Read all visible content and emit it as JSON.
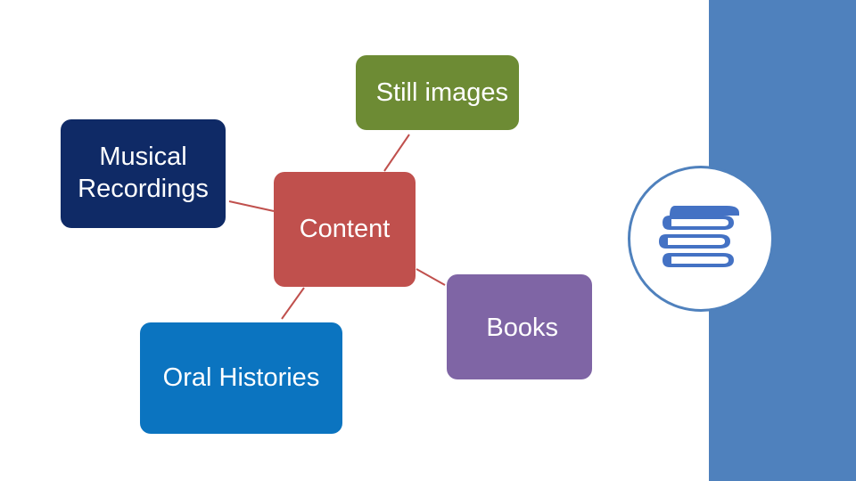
{
  "diagram": {
    "center": {
      "label": "Content"
    },
    "nodes": {
      "still_images": {
        "label": "Still images"
      },
      "musical_recordings": {
        "label": "Musical\nRecordings"
      },
      "books": {
        "label": "Books"
      },
      "oral_histories": {
        "label": "Oral Histories"
      }
    }
  },
  "colors": {
    "side_panel": "#4f81bd",
    "connector": "#c0504d",
    "musical_recordings": "#0f2a66",
    "still_images": "#6d8b34",
    "content": "#c0504d",
    "books": "#7f65a5",
    "oral_histories": "#0b74c0",
    "icon": "#4472c4"
  },
  "icons": {
    "badge": "books-icon"
  }
}
